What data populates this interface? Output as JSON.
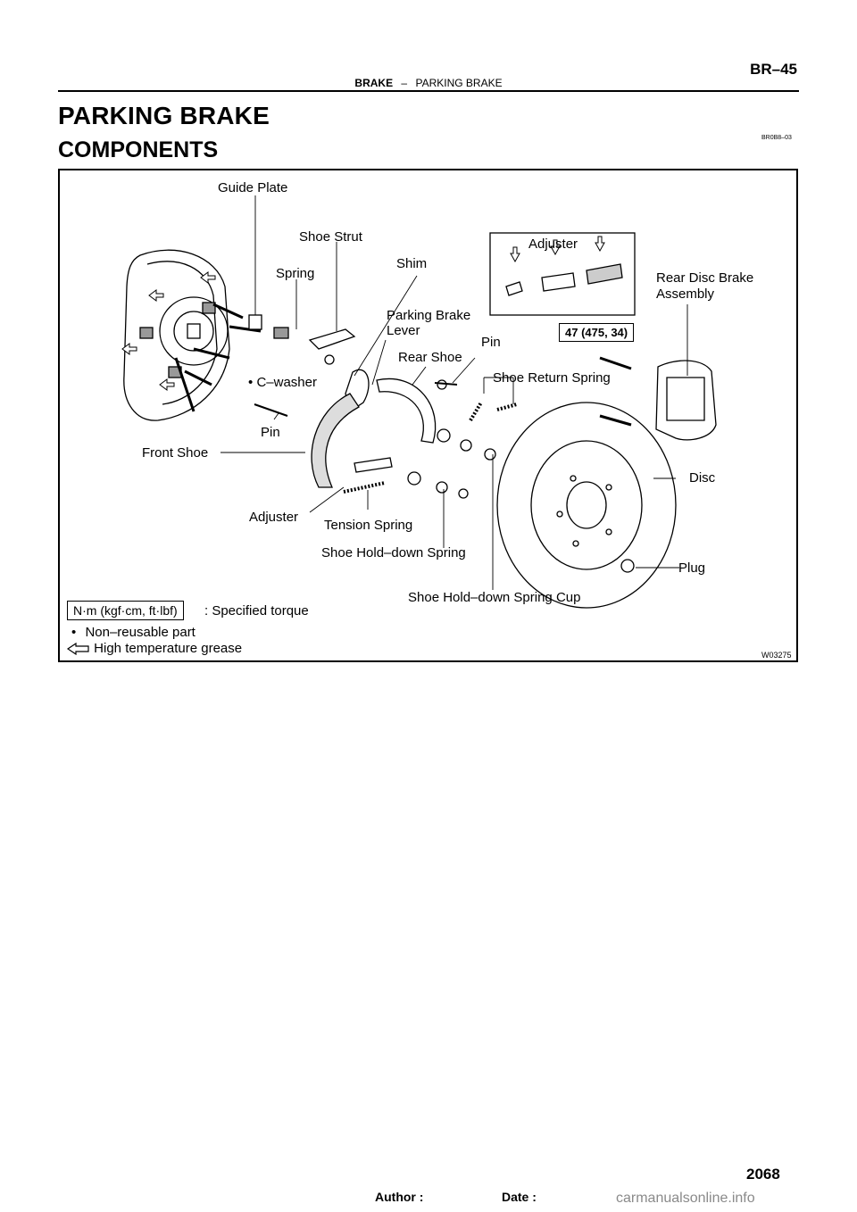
{
  "header": {
    "section": "BRAKE",
    "separator": "–",
    "subsection": "PARKING BRAKE",
    "page_code": "BR–45"
  },
  "title": "PARKING BRAKE",
  "subtitle": "COMPONENTS",
  "ref_code": "BR0B8–03",
  "figure": {
    "code": "W03275",
    "labels": {
      "guide_plate": "Guide Plate",
      "shoe_strut": "Shoe Strut",
      "adjuster_top": "Adjuster",
      "shim": "Shim",
      "spring": "Spring",
      "rear_disc_brake_line1": "Rear Disc Brake",
      "rear_disc_brake_line2": "Assembly",
      "parking_brake_lever_line1": "Parking Brake",
      "parking_brake_lever_line2": "Lever",
      "torque_value": "47 (475, 34)",
      "pin_top": "Pin",
      "rear_shoe": "Rear Shoe",
      "c_washer": "C–washer",
      "shoe_return_spring": "Shoe Return Spring",
      "pin_left": "Pin",
      "front_shoe": "Front Shoe",
      "disc": "Disc",
      "adjuster_bottom": "Adjuster",
      "tension_spring": "Tension Spring",
      "shoe_hold_down_spring": "Shoe Hold–down Spring",
      "plug": "Plug",
      "shoe_hold_down_spring_cup": "Shoe Hold–down Spring Cup"
    },
    "legend": {
      "torque_unit": "N·m (kgf·cm, ft·lbf)",
      "torque_desc": ": Specified torque",
      "non_reusable": "Non–reusable part",
      "grease": "High temperature grease"
    }
  },
  "footer": {
    "author_label": "Author :",
    "date_label": "Date :",
    "page_number": "2068",
    "watermark": "carmanualsonline.info"
  }
}
